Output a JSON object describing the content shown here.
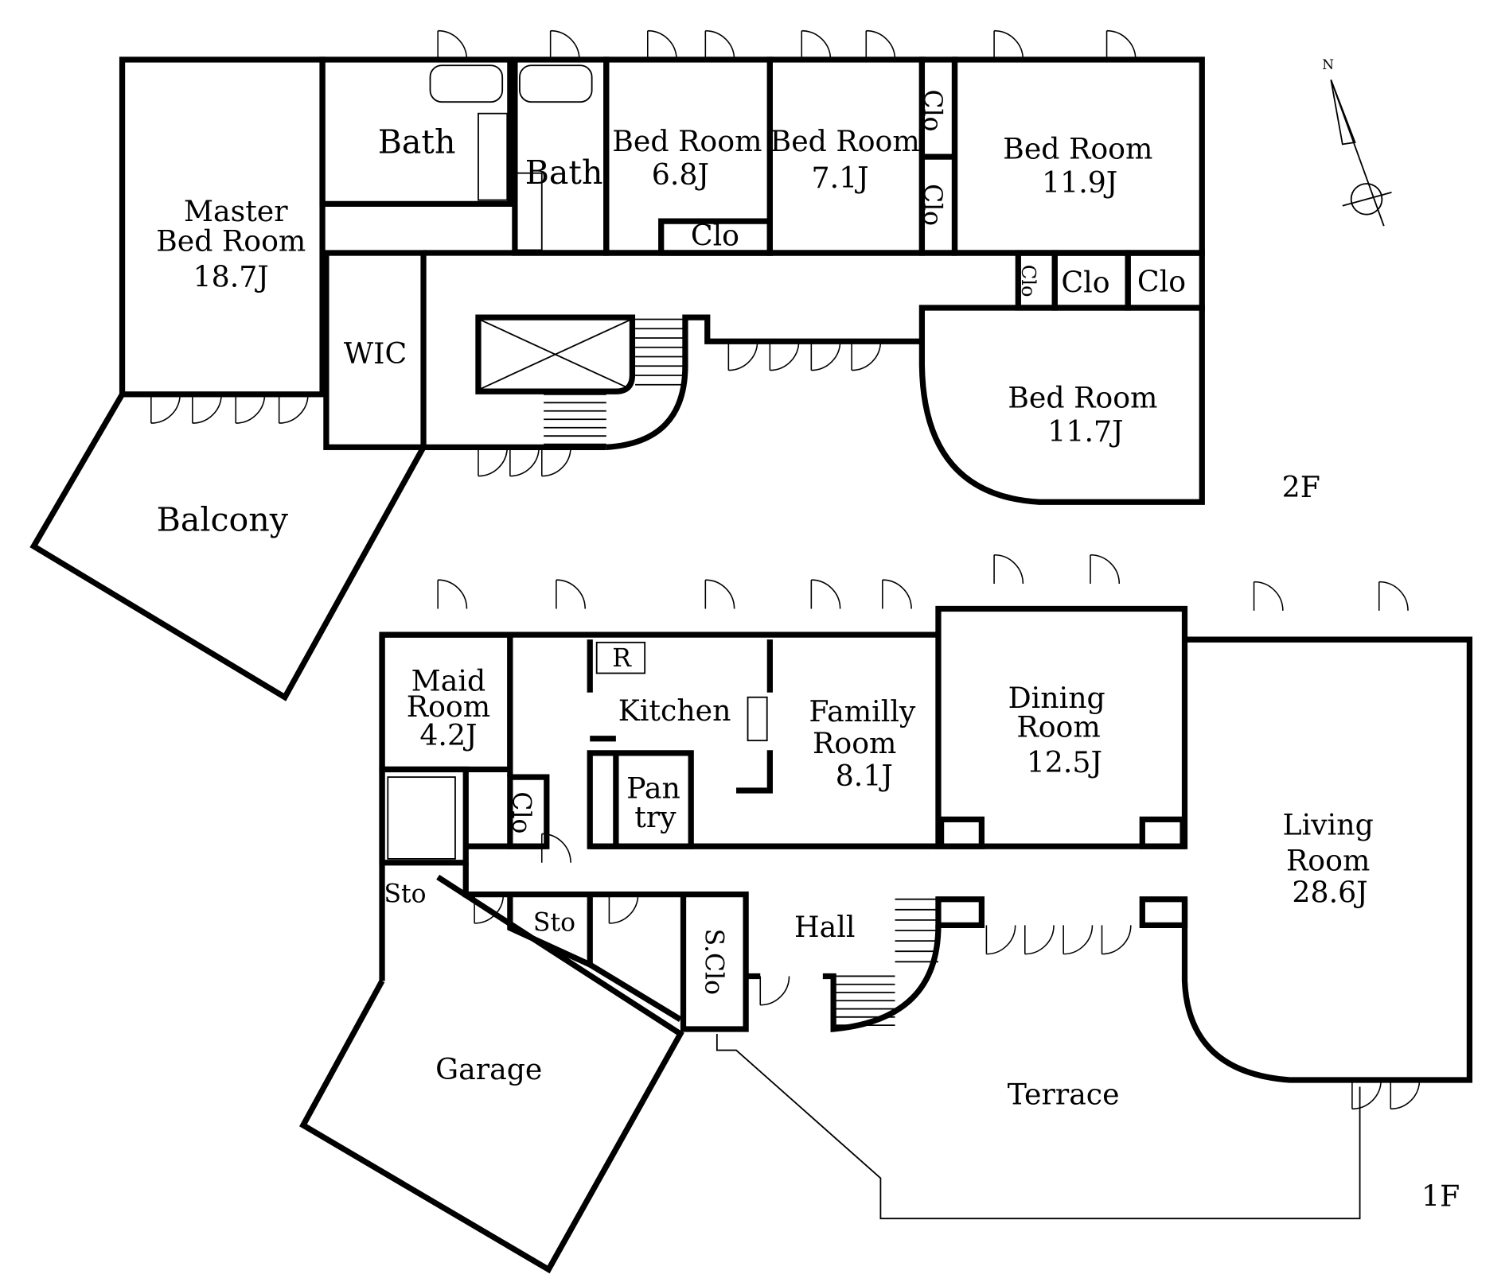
{
  "floors": {
    "second": {
      "label": "2F",
      "rooms": {
        "master": {
          "line1": "Master",
          "line2": "Bed Room",
          "size": "18.7J"
        },
        "bath1": {
          "name": "Bath"
        },
        "bath2": {
          "name": "Bath"
        },
        "bed1": {
          "name": "Bed Room",
          "size": "6.8J"
        },
        "bed2": {
          "name": "Bed Room",
          "size": "7.1J"
        },
        "bed3": {
          "name": "Bed Room",
          "size": "11.9J"
        },
        "bed4": {
          "name": "Bed Room",
          "size": "11.7J"
        },
        "clo1": {
          "name": "Clo"
        },
        "clo2": {
          "name": "Clo"
        },
        "clo3": {
          "name": "Clo"
        },
        "clo4": {
          "name": "Clo"
        },
        "clo5": {
          "name": "Clo"
        },
        "clo6": {
          "name": "Clo"
        },
        "wic": {
          "name": "WIC"
        },
        "balcony": {
          "name": "Balcony"
        }
      }
    },
    "first": {
      "label": "1F",
      "rooms": {
        "maid": {
          "line1": "Maid",
          "line2": "Room",
          "size": "4.2J"
        },
        "kitchen": {
          "name": "Kitchen"
        },
        "fridge": {
          "name": "R"
        },
        "pantry": {
          "line1": "Pan",
          "line2": "try"
        },
        "family": {
          "line1": "Familly",
          "line2": "Room",
          "size": "8.1J"
        },
        "dining": {
          "line1": "Dining",
          "line2": "Room",
          "size": "12.5J"
        },
        "living": {
          "line1": "Living",
          "line2": "Room",
          "size": "28.6J"
        },
        "clo": {
          "name": "Clo"
        },
        "sto1": {
          "name": "Sto"
        },
        "sto2": {
          "name": "Sto"
        },
        "sclo": {
          "name": "S.Clo"
        },
        "hall": {
          "name": "Hall"
        },
        "garage": {
          "name": "Garage"
        },
        "terrace": {
          "name": "Terrace"
        }
      }
    }
  },
  "compass": {
    "north": "N"
  }
}
